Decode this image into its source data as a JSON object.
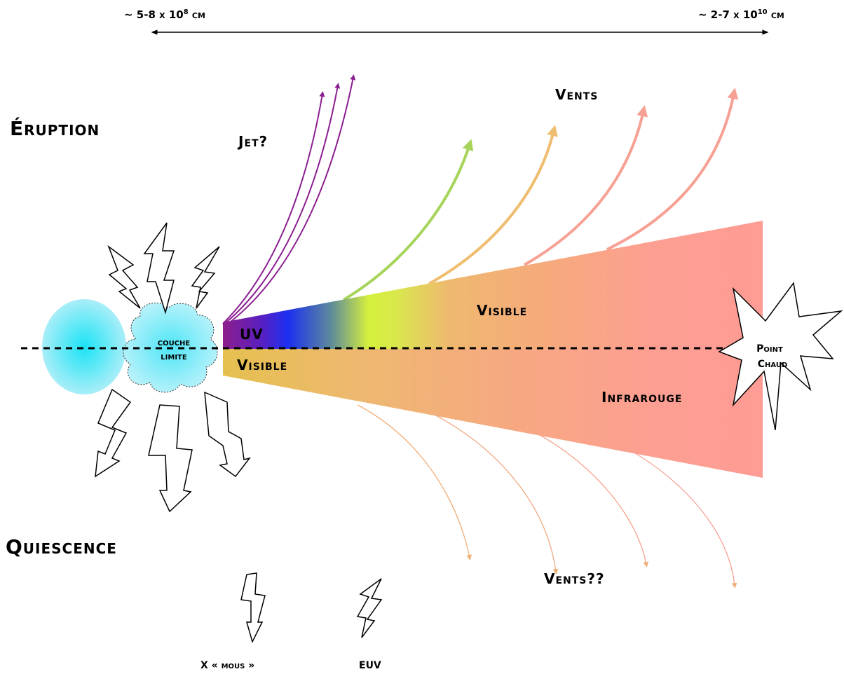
{
  "scale": {
    "left_label": "~ 5-8 x 10",
    "left_exp": "8",
    "left_unit": " cm",
    "right_label": "~ 2-7 x 10",
    "right_exp": "10",
    "right_unit": " cm"
  },
  "sections": {
    "eruption": "Éruption",
    "quiescence": "Quiescence"
  },
  "labels": {
    "jet": "Jet?",
    "vents_top": "Vents",
    "vents_bottom": "Vents??",
    "couche_line1": "couche",
    "couche_line2": "limite",
    "uv": "UV",
    "visible_top": "Visible",
    "visible_bottom": "Visible",
    "infrarouge": "Infrarouge",
    "point_line1": "Point",
    "point_line2": "Chaud",
    "x_mous": "X « mous »",
    "euv": "EUV"
  },
  "colors": {
    "star": "#28e3f5",
    "jet": "#8b1e91",
    "wind_green": "#a6d45a",
    "wind_orange": "#efbd6f",
    "wind_pink": "#f7a094",
    "disk_end": "#fe9c95"
  }
}
